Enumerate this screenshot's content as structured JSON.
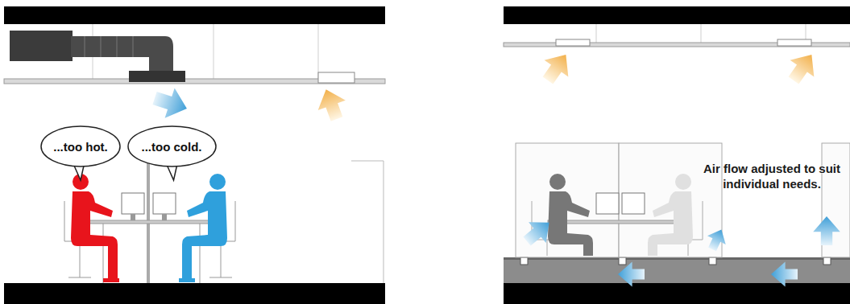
{
  "diagram": {
    "nodes": [
      {
        "text": [
          "...too hot."
        ]
      },
      {
        "text": [
          "...too cold."
        ]
      }
    ],
    "labels": [
      "Air flow adjusted to suit individual needs."
    ]
  }
}
